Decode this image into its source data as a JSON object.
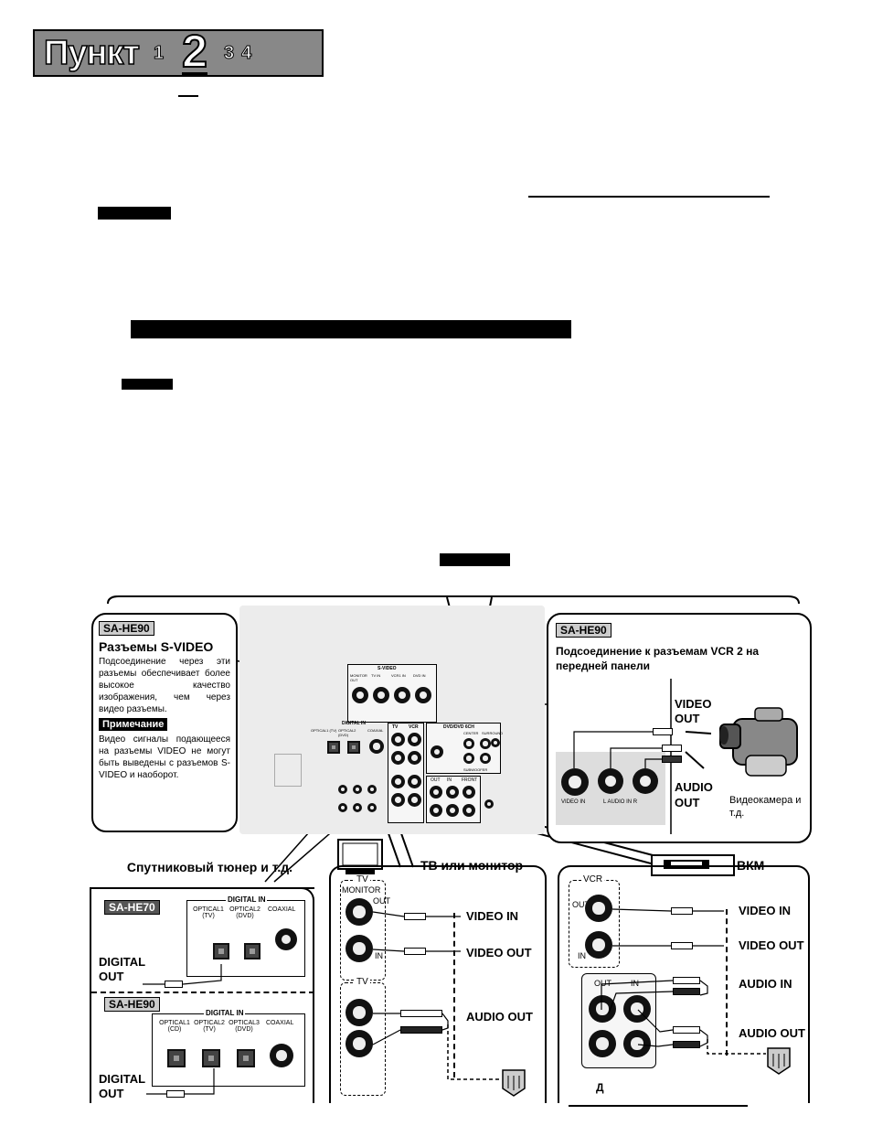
{
  "header": {
    "title": "Пункт",
    "step1": "1",
    "step2": "2",
    "step3": "3",
    "step4": "4"
  },
  "left_top_panel": {
    "tag": "SA-HE90",
    "title": "Разъемы S-VIDEO",
    "text": "Подсоединение через эти разъемы обеспечивает более высокое качество изображения, чем через видео разъемы.",
    "note_label": "Примечание",
    "note_text": "Видео сигналы подающееся на разъемы VIDEO не могут быть выведены с разъемов S-VIDEO и наоборот."
  },
  "right_top_panel": {
    "tag": "SA-HE90",
    "title": "Подсоединение к разъемам VCR 2 на передней панели",
    "video_out": "VIDEO OUT",
    "audio_out": "AUDIO OUT",
    "camera_label": "Видеокамера и т.д.",
    "jack_video_in": "VIDEO IN",
    "jack_audio_in": "L AUDIO IN R"
  },
  "receiver_panel": {
    "svideo": "S-VIDEO",
    "svideo_tv": "TV",
    "svideo_monitor_out": "MONITOR OUT",
    "svideo_tv_in": "TV IN",
    "svideo_vcr1_in": "VCR1 IN",
    "svideo_dvd_in": "DVD IN",
    "digital_in": "DIGITAL IN",
    "optical1": "OPTICAL1 (TV)",
    "optical2": "OPTICAL2 (DVD)",
    "coaxial": "COAXIAL",
    "dvd_6ch": "DVD/DVD 6CH",
    "center": "CENTER",
    "surround": "SURROUND",
    "subwoofer": "SUBWOOFER",
    "tv": "TV",
    "vcr": "VCR",
    "monitor": "MONITOR",
    "out": "OUT",
    "in": "IN",
    "front": "FRONT"
  },
  "callouts": {
    "satellite": "Спутниковый тюнер и т.д.",
    "tv_monitor": "ТВ или монитор",
    "vcr_device": "ВКМ"
  },
  "sat_panel": {
    "he70_tag": "SA-HE70",
    "he70_digital_in": "DIGITAL IN",
    "he70_optical1": "OPTICAL1 (TV)",
    "he70_optical2": "OPTICAL2 (DVD)",
    "he70_coaxial": "COAXIAL",
    "digital_out": "DIGITAL OUT",
    "he90_tag": "SA-HE90",
    "he90_digital_in": "DIGITAL IN",
    "he90_optical1": "OPTICAL1 (CD)",
    "he90_optical2": "OPTICAL2 (TV)",
    "he90_optical3": "OPTICAL3 (DVD)",
    "he90_coaxial": "COAXIAL",
    "digital_out2": "DIGITAL OUT"
  },
  "tv_panel": {
    "tv_label": "TV",
    "monitor_label": "MONITOR",
    "out": "OUT",
    "in": "IN",
    "tv_label2": "TV",
    "video_in": "VIDEO IN",
    "video_out": "VIDEO OUT",
    "audio_out": "AUDIO OUT"
  },
  "vcr_panel": {
    "vcr_label": "VCR",
    "out": "OUT",
    "in": "IN",
    "out2": "OUT",
    "in2": "IN",
    "video_in": "VIDEO IN",
    "video_out": "VIDEO OUT",
    "audio_in": "AUDIO IN",
    "audio_out": "AUDIO OUT",
    "footer_letter": "Д"
  }
}
